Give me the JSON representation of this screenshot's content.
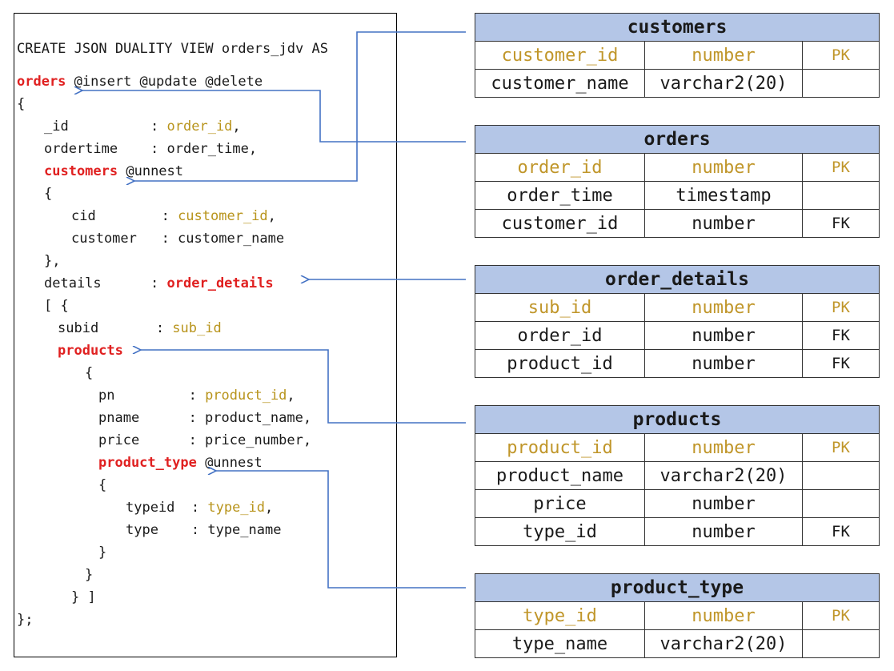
{
  "code": {
    "lines": [
      {
        "indent": 0,
        "tokens": [
          {
            "t": "CREATE JSON DUALITY VIEW orders_jdv AS",
            "c": "norm"
          }
        ]
      },
      {
        "indent": 0,
        "tokens": [
          {
            "t": "orders",
            "c": "red"
          },
          {
            "t": " @insert @update @delete",
            "c": "norm"
          }
        ]
      },
      {
        "indent": 0,
        "tokens": [
          {
            "t": "{",
            "c": "norm"
          }
        ]
      },
      {
        "indent": 1,
        "tokens": [
          {
            "t": "_id          : ",
            "c": "norm"
          },
          {
            "t": "order_id",
            "c": "gold"
          },
          {
            "t": ",",
            "c": "norm"
          }
        ]
      },
      {
        "indent": 1,
        "tokens": [
          {
            "t": "ordertime    : order_time,",
            "c": "norm"
          }
        ]
      },
      {
        "indent": 1,
        "tokens": [
          {
            "t": "customers",
            "c": "red"
          },
          {
            "t": " @unnest",
            "c": "norm"
          }
        ]
      },
      {
        "indent": 1,
        "tokens": [
          {
            "t": "{",
            "c": "norm"
          }
        ]
      },
      {
        "indent": 2,
        "tokens": [
          {
            "t": "cid        : ",
            "c": "norm"
          },
          {
            "t": "customer_id",
            "c": "gold"
          },
          {
            "t": ",",
            "c": "norm"
          }
        ]
      },
      {
        "indent": 2,
        "tokens": [
          {
            "t": "customer   : customer_name",
            "c": "norm"
          }
        ]
      },
      {
        "indent": 1,
        "tokens": [
          {
            "t": "},",
            "c": "norm"
          }
        ]
      },
      {
        "indent": 1,
        "tokens": [
          {
            "t": "details      : ",
            "c": "norm"
          },
          {
            "t": "order_details",
            "c": "red"
          }
        ]
      },
      {
        "indent": 1,
        "tokens": [
          {
            "t": "[ {",
            "c": "norm"
          }
        ]
      },
      {
        "indent": 1.5,
        "tokens": [
          {
            "t": "subid       : ",
            "c": "norm"
          },
          {
            "t": "sub_id",
            "c": "gold"
          }
        ]
      },
      {
        "indent": 1.5,
        "tokens": [
          {
            "t": "products",
            "c": "red"
          }
        ]
      },
      {
        "indent": 2.5,
        "tokens": [
          {
            "t": "{",
            "c": "norm"
          }
        ]
      },
      {
        "indent": 3,
        "tokens": [
          {
            "t": "pn         : ",
            "c": "norm"
          },
          {
            "t": "product_id",
            "c": "gold"
          },
          {
            "t": ",",
            "c": "norm"
          }
        ]
      },
      {
        "indent": 3,
        "tokens": [
          {
            "t": "pname      : product_name,",
            "c": "norm"
          }
        ]
      },
      {
        "indent": 3,
        "tokens": [
          {
            "t": "price      : price_number,",
            "c": "norm"
          }
        ]
      },
      {
        "indent": 3,
        "tokens": [
          {
            "t": "product_type",
            "c": "red"
          },
          {
            "t": " @unnest",
            "c": "norm"
          }
        ]
      },
      {
        "indent": 3,
        "tokens": [
          {
            "t": "{",
            "c": "norm"
          }
        ]
      },
      {
        "indent": 4,
        "tokens": [
          {
            "t": "typeid  : ",
            "c": "norm"
          },
          {
            "t": "type_id",
            "c": "gold"
          },
          {
            "t": ",",
            "c": "norm"
          }
        ]
      },
      {
        "indent": 4,
        "tokens": [
          {
            "t": "type    : type_name",
            "c": "norm"
          }
        ]
      },
      {
        "indent": 3,
        "tokens": [
          {
            "t": "}",
            "c": "norm"
          }
        ]
      },
      {
        "indent": 2.5,
        "tokens": [
          {
            "t": "}",
            "c": "norm"
          }
        ]
      },
      {
        "indent": 2,
        "tokens": [
          {
            "t": "} ]",
            "c": "norm"
          }
        ]
      },
      {
        "indent": 0,
        "tokens": [
          {
            "t": "};",
            "c": "norm"
          }
        ]
      }
    ]
  },
  "tables": [
    {
      "name": "customers",
      "rows": [
        [
          "customer_id",
          "number",
          "PK"
        ],
        [
          "customer_name",
          "varchar2(20)",
          ""
        ]
      ]
    },
    {
      "name": "orders",
      "rows": [
        [
          "order_id",
          "number",
          "PK"
        ],
        [
          "order_time",
          "timestamp",
          ""
        ],
        [
          "customer_id",
          "number",
          "FK"
        ]
      ]
    },
    {
      "name": "order_details",
      "rows": [
        [
          "sub_id",
          "number",
          "PK"
        ],
        [
          "order_id",
          "number",
          "FK"
        ],
        [
          "product_id",
          "number",
          "FK"
        ]
      ]
    },
    {
      "name": "products",
      "rows": [
        [
          "product_id",
          "number",
          "PK"
        ],
        [
          "product_name",
          "varchar2(20)",
          ""
        ],
        [
          "price",
          "number",
          ""
        ],
        [
          "type_id",
          "number",
          "FK"
        ]
      ]
    },
    {
      "name": "product_type",
      "rows": [
        [
          "type_id",
          "number",
          "PK"
        ],
        [
          "type_name",
          "varchar2(20)",
          ""
        ]
      ]
    }
  ],
  "colors": {
    "keyword_red": "#e02020",
    "column_gold": "#b8941c",
    "header_fill": "#b4c6e7",
    "arrow_blue": "#4472c4"
  }
}
